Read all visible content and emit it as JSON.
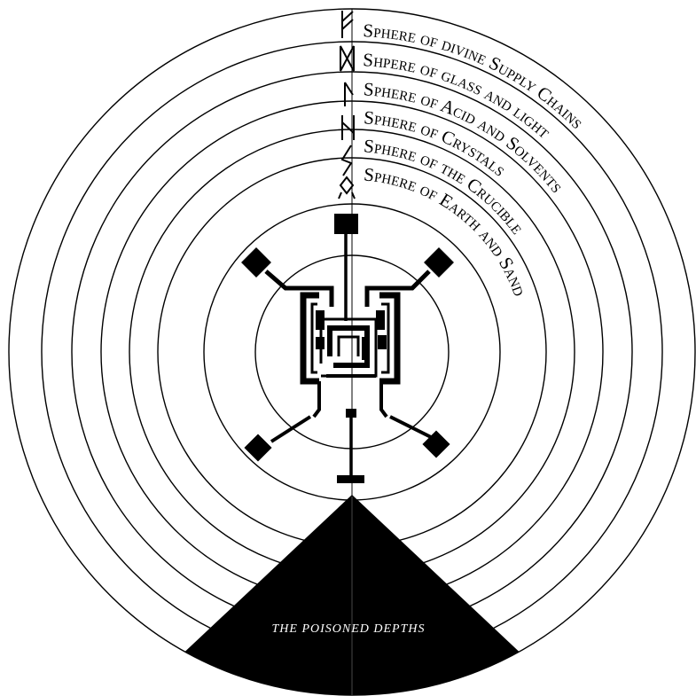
{
  "spheres": [
    {
      "label": "Sphere of divine Supply Chains",
      "rune": "fehu-rune"
    },
    {
      "label": "Shpere of glass and light",
      "rune": "dagaz-rune"
    },
    {
      "label": "Sphere of Acid and Solvents",
      "rune": "laguz-rune"
    },
    {
      "label": "Sphere of Crystals",
      "rune": "hagalaz-rune"
    },
    {
      "label": "Sphere of the Crucible",
      "rune": "sowilo-rune"
    },
    {
      "label": "Sphere of Earth and Sand",
      "rune": "othala-rune"
    }
  ],
  "depths": {
    "label": "THE POISONED DEPTHS"
  },
  "colors": {
    "ink": "#000000",
    "paper": "#ffffff"
  }
}
